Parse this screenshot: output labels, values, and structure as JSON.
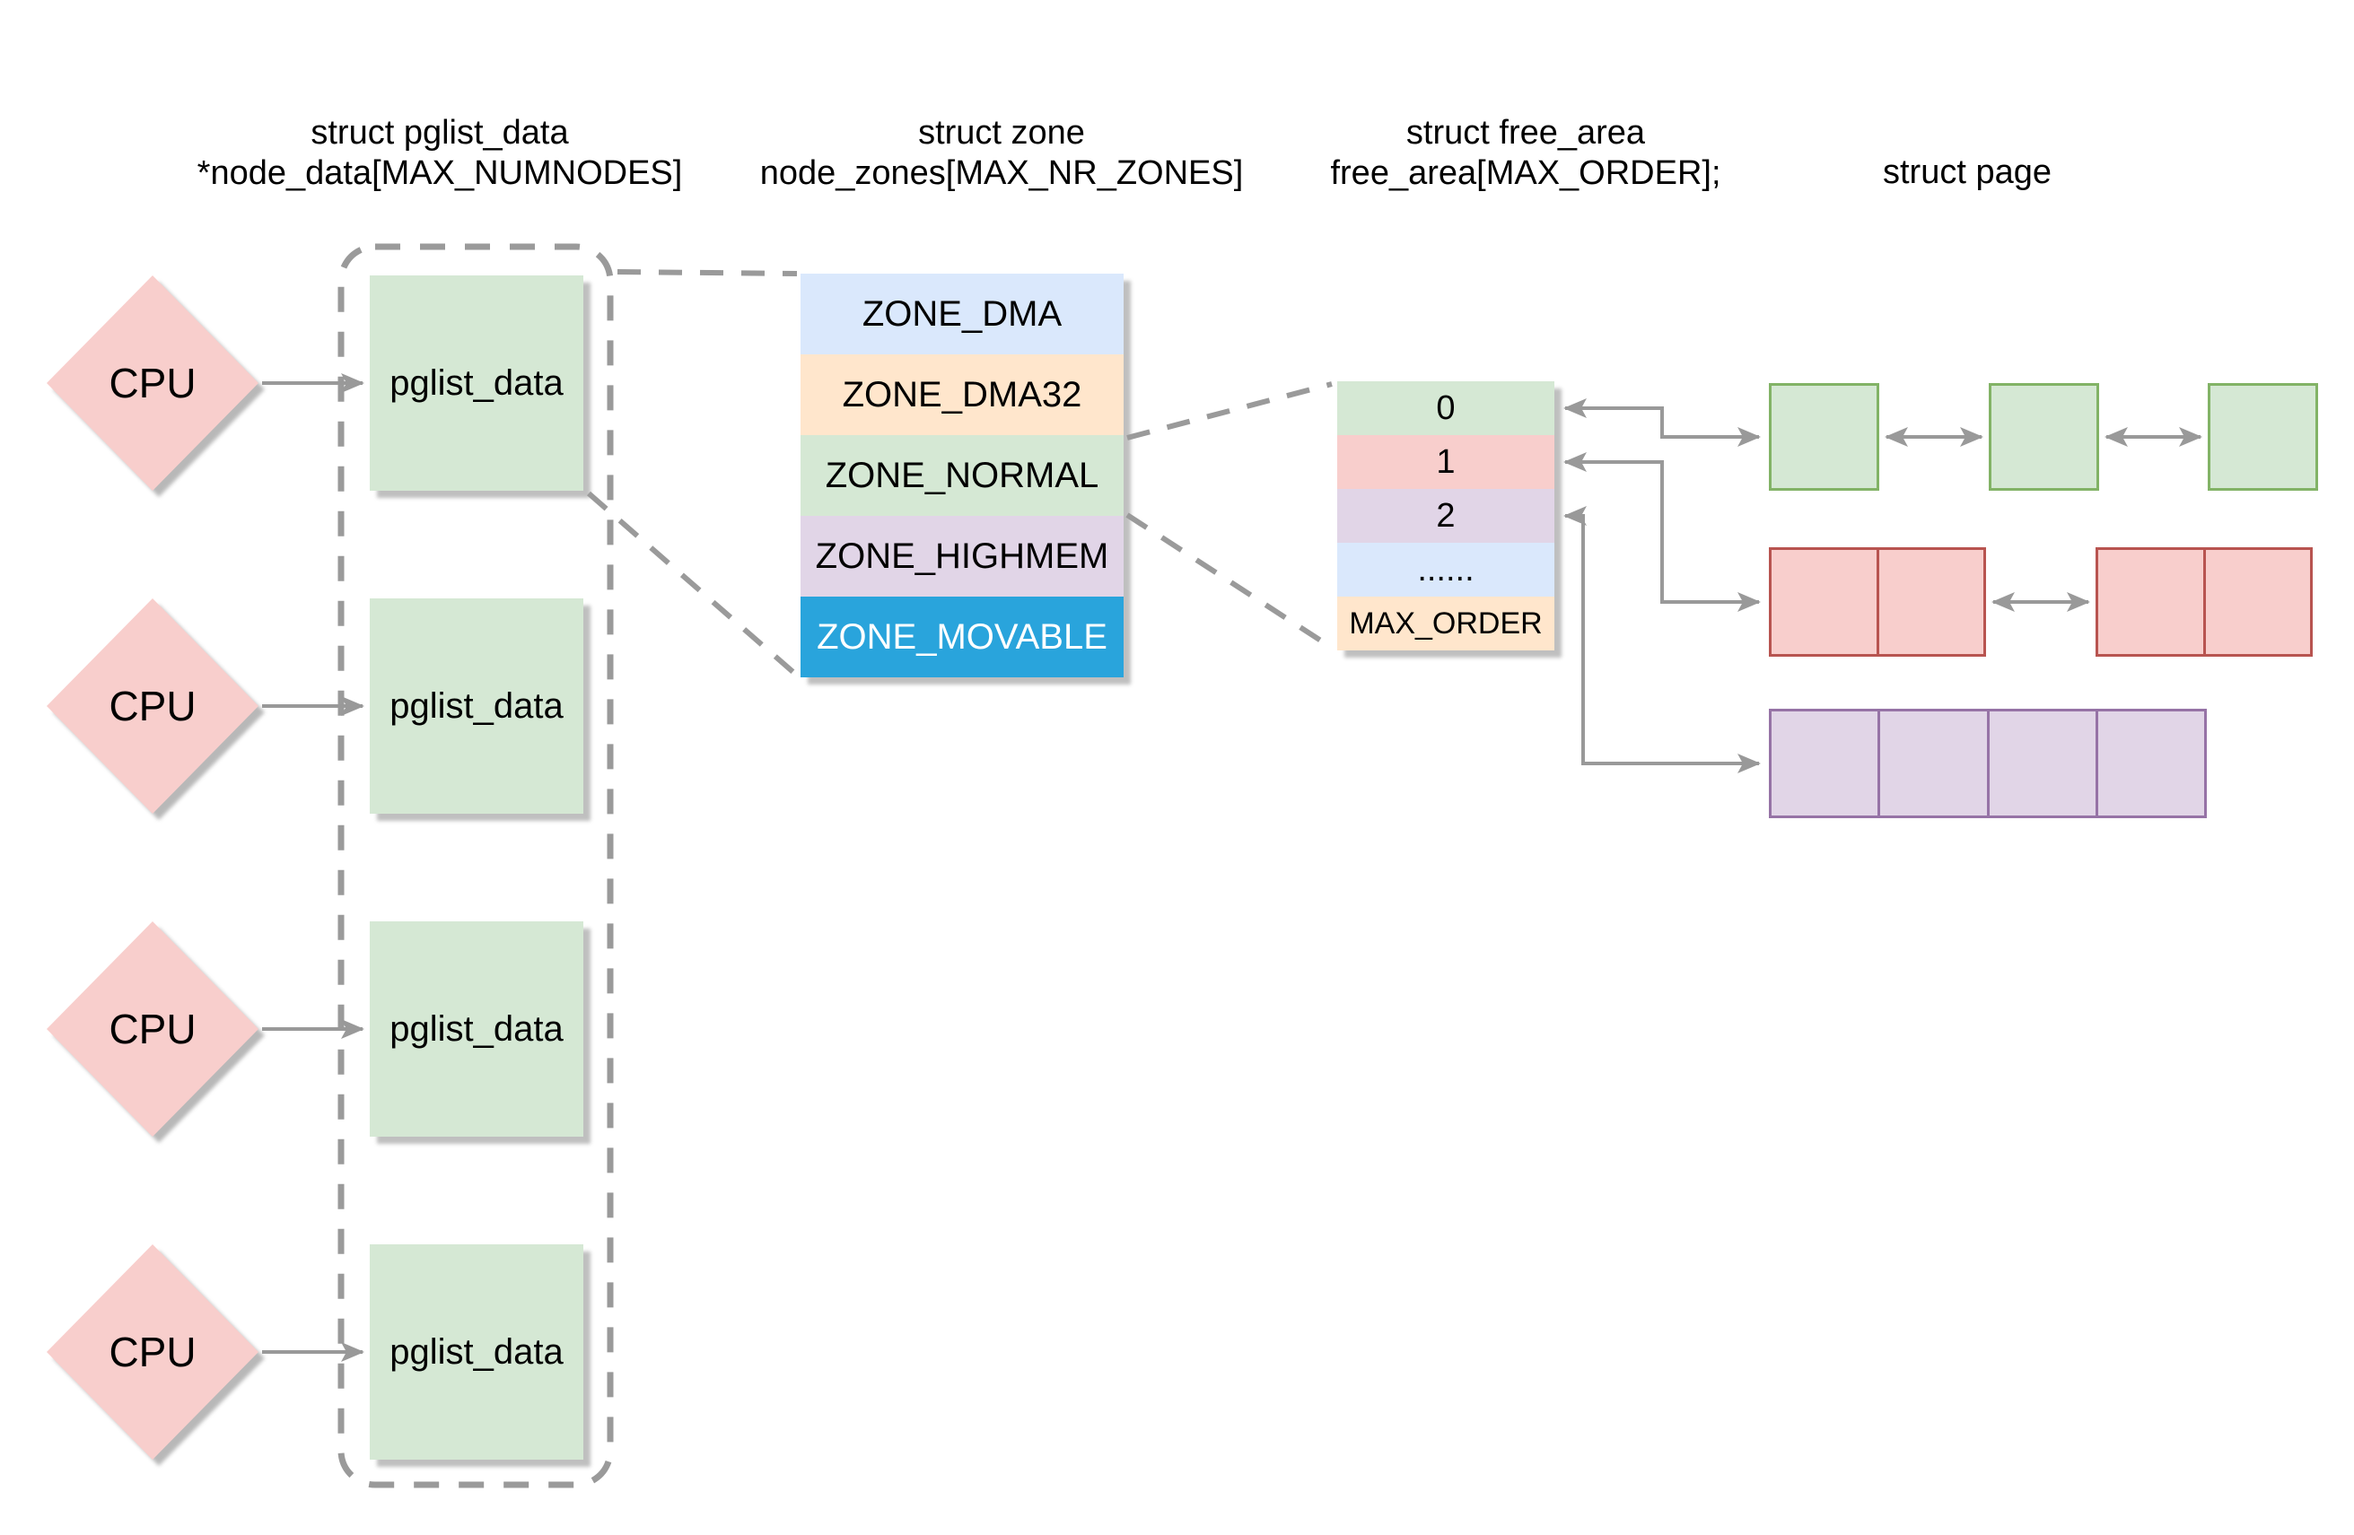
{
  "headers": [
    {
      "line1": "struct pglist_data",
      "line2": "*node_data[MAX_NUMNODES]"
    },
    {
      "line1": "struct zone",
      "line2": "node_zones[MAX_NR_ZONES]"
    },
    {
      "line1": "struct free_area",
      "line2": "free_area[MAX_ORDER];"
    },
    {
      "line1": "struct page",
      "line2": ""
    }
  ],
  "cpu_nodes": [
    {
      "label": "CPU"
    },
    {
      "label": "CPU"
    },
    {
      "label": "CPU"
    },
    {
      "label": "CPU"
    }
  ],
  "pglist_nodes": [
    {
      "label": "pglist_data"
    },
    {
      "label": "pglist_data"
    },
    {
      "label": "pglist_data"
    },
    {
      "label": "pglist_data"
    }
  ],
  "zone_table": {
    "rows": [
      {
        "label": "ZONE_DMA",
        "bg": "#dae8fc",
        "fg": "#000000"
      },
      {
        "label": "ZONE_DMA32",
        "bg": "#ffe6cc",
        "fg": "#000000"
      },
      {
        "label": "ZONE_NORMAL",
        "bg": "#d5e8d4",
        "fg": "#000000"
      },
      {
        "label": "ZONE_HIGHMEM",
        "bg": "#e1d5e7",
        "fg": "#000000"
      },
      {
        "label": "ZONE_MOVABLE",
        "bg": "#29a4dc",
        "fg": "#ffffff"
      }
    ]
  },
  "free_area_table": {
    "rows": [
      {
        "label": "0",
        "bg": "#d5e8d4",
        "fg": "#000000"
      },
      {
        "label": "1",
        "bg": "#f8cecc",
        "fg": "#000000"
      },
      {
        "label": "2",
        "bg": "#e1d5e7",
        "fg": "#000000"
      },
      {
        "label": "......",
        "bg": "#dae8fc",
        "fg": "#000000"
      },
      {
        "label": "MAX_ORDER",
        "bg": "#ffe6cc",
        "fg": "#000000"
      }
    ]
  },
  "page_lists": [
    {
      "order": "0",
      "groups": 3,
      "pages_per_group": 1,
      "fill": "#d5e8d4",
      "stroke": "#82b366"
    },
    {
      "order": "1",
      "groups": 2,
      "pages_per_group": 2,
      "fill": "#f8cecc",
      "stroke": "#b85450"
    },
    {
      "order": "2",
      "groups": 1,
      "pages_per_group": 4,
      "fill": "#e1d5e7",
      "stroke": "#9673a6"
    }
  ],
  "colors": {
    "cpu_fill": "#f8cecc",
    "pglist_fill": "#d5e8d4",
    "arrow": "#999999",
    "dashed": "#9a9a9a",
    "background": "#ffffff"
  }
}
